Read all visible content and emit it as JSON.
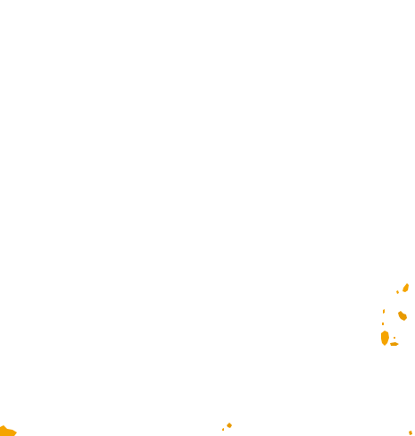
{
  "map": {
    "background_color": "#ffffff",
    "land_color": "#f5a400",
    "land_shade_color": "#e89a00",
    "features": [
      {
        "name": "island-cluster-east-1",
        "kind": "land-fragment"
      },
      {
        "name": "island-cluster-east-2",
        "kind": "land-fragment"
      },
      {
        "name": "island-cluster-east-3",
        "kind": "land-fragment"
      },
      {
        "name": "island-cluster-east-4",
        "kind": "land-fragment"
      },
      {
        "name": "land-fragment-south-center",
        "kind": "land-fragment"
      },
      {
        "name": "land-fragment-south-west",
        "kind": "land-fragment"
      },
      {
        "name": "land-fragment-south-east",
        "kind": "land-fragment"
      }
    ]
  }
}
